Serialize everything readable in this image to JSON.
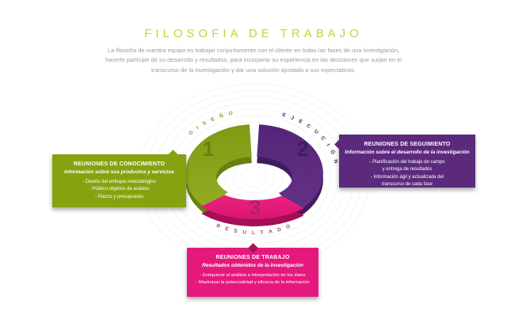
{
  "header": {
    "title": "FILOSOFIA DE TRABAJO",
    "intro_lines": [
      "La filosofía de nuestro equipo es trabajar conjuntamente con el cliente en todas las fases de una investigación,",
      "hacerle partícipe de su desarrollo y resultados, para incorporar su experiencia en las decisiones que surjan en el",
      "transcurso de la investigación y dar una solución ajustada a sus expectativas."
    ]
  },
  "diagram": {
    "segments": [
      {
        "number": "1",
        "label": "D I S E Ñ O",
        "color": "#8ca81d"
      },
      {
        "number": "2",
        "label": "E J E C U C I Ó N",
        "color": "#5e2d82"
      },
      {
        "number": "3",
        "label": "R E S U L T A D O",
        "color": "#e61e7a"
      }
    ]
  },
  "boxes": {
    "conocimiento": {
      "title": "REUNIONES DE CONOCIMIENTO",
      "subtitle": "Información sobre sus productos y servicios",
      "items": [
        "- Diseño del enfoque metodológico",
        "- Público objetivo de análisis",
        "- Plazos y presupuesto"
      ],
      "color": "#85a311"
    },
    "seguimiento": {
      "title": "REUNIONES DE SEGUIMIENTO",
      "subtitle": "Información sobre el desarrollo de la investigación",
      "items": [
        "- Planificación del trabajo de campo",
        "y entrega de resultados",
        "- Información ágil y actualizada del",
        "transcurso de cada fase"
      ],
      "color": "#5b2a7d"
    },
    "trabajo": {
      "title": "REUNIONES DE TRABAJO",
      "subtitle": "Resultados obtenidos de la investigación",
      "items": [
        "- Enriquecer el análisis e interpretación de los datos",
        "- Maximizar la potencialidad y eficacia de la información"
      ],
      "color": "#e5197d"
    }
  }
}
